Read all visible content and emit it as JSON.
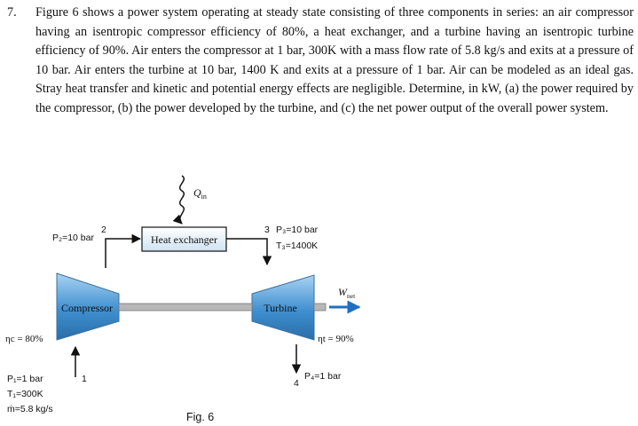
{
  "problem": {
    "number": "7.",
    "text": "Figure 6 shows a power system operating at steady state consisting of three components in series: an air compressor having an isentropic compressor efficiency of 80%, a heat exchanger, and a turbine having an isentropic turbine efficiency of 90%. Air enters the compressor at 1 bar, 300K with a mass flow rate of 5.8 kg/s and exits at a pressure of 10 bar. Air enters the turbine at 10 bar, 1400 K and exits at a pressure of 1 bar. Air can be modeled as an ideal gas. Stray heat transfer and kinetic and potential energy effects are negligible. Determine, in kW, (a) the power required by the compressor, (b) the power developed by the turbine, and (c) the net power output of the overall power system."
  },
  "figure": {
    "caption": "Fig. 6",
    "components": {
      "compressor": "Compressor",
      "heat_exchanger": "Heat exchanger",
      "turbine": "Turbine"
    },
    "heat_input": {
      "symbol": "Q",
      "subscript": "in"
    },
    "net_work": {
      "symbol": "W",
      "subscript": "net"
    },
    "states": {
      "s1": {
        "number": "1",
        "lines": [
          "P₁=1 bar",
          "T₁=300K",
          "ṁ=5.8 kg/s"
        ]
      },
      "s2": {
        "number": "2",
        "lines": [
          "P₂=10 bar"
        ]
      },
      "s3": {
        "number": "3",
        "lines": [
          "P₃=10 bar",
          "T₃=1400K"
        ]
      },
      "s4": {
        "number": "4",
        "lines": [
          "P₄=1 bar"
        ]
      }
    },
    "efficiencies": {
      "compressor": "ηc = 80%",
      "turbine": "ηt = 90%"
    },
    "colors": {
      "machine_fill": "#3f8fd0",
      "machine_highlight": "#a9d3f2",
      "heat_exchanger_fill": "#cfe2f2",
      "shaft": "#8f8f8f",
      "net_work_arrow": "#1e6fc0"
    }
  }
}
